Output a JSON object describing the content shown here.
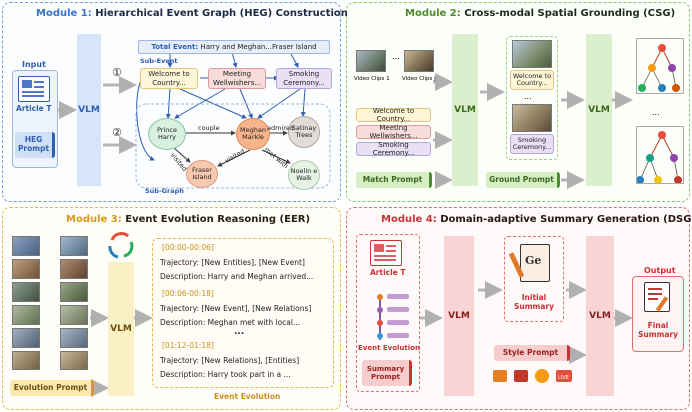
{
  "module1": {
    "prefix": "Module 1:",
    "title": " Hierarchical Event Graph (HEG) Construction",
    "input_label": "Input",
    "article_label": "Article T",
    "heg_prompt": "HEG Prompt",
    "vlm": "VLM",
    "step1": "①",
    "step2": "②",
    "total_event_prefix": "Total Event:",
    "total_event_text": " Harry and Meghan...Fraser Island",
    "sub_event_label": "Sub-Event",
    "sub_graph_label": "Sub-Graph",
    "events": [
      "Welcome to Country...",
      "Meeting Wellwishers...",
      "Smoking Ceremony..."
    ],
    "nodes": [
      "Prince Harry",
      "Meghan Markle",
      "Satinay Trees",
      "Fraser Island",
      "Noelin e Walk"
    ],
    "edges": [
      "couple",
      "admired",
      "visited",
      "visited",
      "met with"
    ]
  },
  "module2": {
    "prefix": "Module 2:",
    "title": " Cross-modal Spatial Grounding (CSG)",
    "video_clips": [
      "Video Clips 1",
      "Video Clips j"
    ],
    "ellipsis": "...",
    "events": [
      "Welcome to Country...",
      "Meeting Wellwishers...",
      "Smoking Ceremony..."
    ],
    "vlm1": "VLM",
    "vlm2": "VLM",
    "match_prompt": "Match Prompt",
    "ground_prompt": "Ground Prompt",
    "grounded": [
      "Welcome to Country...",
      "Smoking Ceremony..."
    ],
    "dots": "...",
    "dots2": "..."
  },
  "module3": {
    "prefix": "Module 3:",
    "title": " Event Evolution Reasoning (EER)",
    "vlm": "VLM",
    "evolution_prompt": "Evolution Prompt",
    "caption": "Event Evolution",
    "segments": [
      {
        "time": "[00:00-00:06]",
        "trajectory": "Trajectory: [New Entities], [New Event]",
        "description": "Description: Harry and Meghan arrived..."
      },
      {
        "time": "[00:06-00:18]",
        "trajectory": "Trajectory: [New Event], [New Relations]",
        "description": "Description: Meghan met with local..."
      },
      {
        "time": "[01:12-01:18]",
        "trajectory": "Trajectory: [New Relations], [Entities]",
        "description": "Description: Harry took part in a ..."
      }
    ],
    "ellipsis": "..."
  },
  "module4": {
    "prefix": "Module 4:",
    "title": " Domain-adaptive Summary Generation (DSG)",
    "article_label": "Article T",
    "event_evolution": "Event Evolution",
    "summary_prompt": "Summary Prompt",
    "vlm1": "VLM",
    "vlm2": "VLM",
    "initial_summary": "Initial Summary",
    "style_prompt": "Style Prompt",
    "output_label": "Output",
    "final_summary": "Final Summary",
    "doc_glyph": "Ge"
  },
  "colors": {
    "blue": "#3a72c8",
    "green": "#4f8a2a",
    "orange": "#d79a1e",
    "red": "#c83232"
  }
}
